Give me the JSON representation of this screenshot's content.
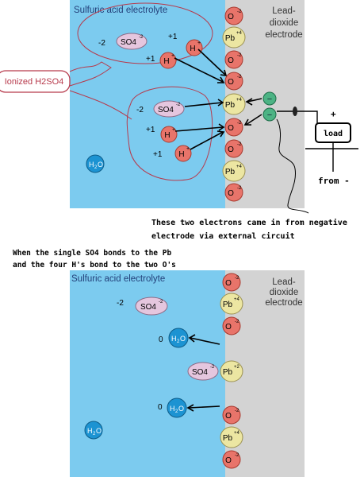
{
  "top": {
    "electrolyte_label": "Sulfuric acid electrolyte",
    "electrode_label_lines": [
      "Lead-",
      "dioxide",
      "electrode"
    ],
    "group1": {
      "so4_charge": "-2",
      "h_charge_1": "+1",
      "h_charge_2": "+1"
    },
    "group2": {
      "so4_charge": "-2",
      "h_charge_1": "+1",
      "h_charge_2": "+1"
    },
    "ionized_label": "Ionized H2SO4",
    "load_label": "load",
    "plus_label": "+",
    "from_minus_label": "from -",
    "electron_note_lines": [
      "These two electrons came in from negative",
      "electrode via external circuit"
    ]
  },
  "caption_lines": [
    "When the single SO4 bonds to the Pb",
    "and the four H's bond to the two O's"
  ],
  "bottom": {
    "electrolyte_label": "Sulfuric acid electrolyte",
    "electrode_label_lines": [
      "Lead-",
      "dioxide",
      "electrode"
    ],
    "so4_charge": "-2",
    "water_charge_1": "0",
    "water_charge_2": "0"
  },
  "species": {
    "so4": "SO4",
    "so4_charge_sup": "-2",
    "h": "H",
    "h_sup": "+",
    "o": "O",
    "o_sup": "-2",
    "pb": "Pb",
    "pb_sup_4": "+4",
    "pb_sup_2": "+2",
    "water_h": "H",
    "water_sub": "2",
    "water_o": "O",
    "electron": "−"
  },
  "colors": {
    "electrolyte": "#7ccbef",
    "electrode": "#d3d3d3",
    "oxygen": "#e8746a",
    "lead": "#ece6a2",
    "sulfate": "#e5c6de",
    "hydrogen": "#e8746a",
    "water": "#1c93d2",
    "electron": "#4cb384",
    "annotation": "#b73a4c"
  }
}
